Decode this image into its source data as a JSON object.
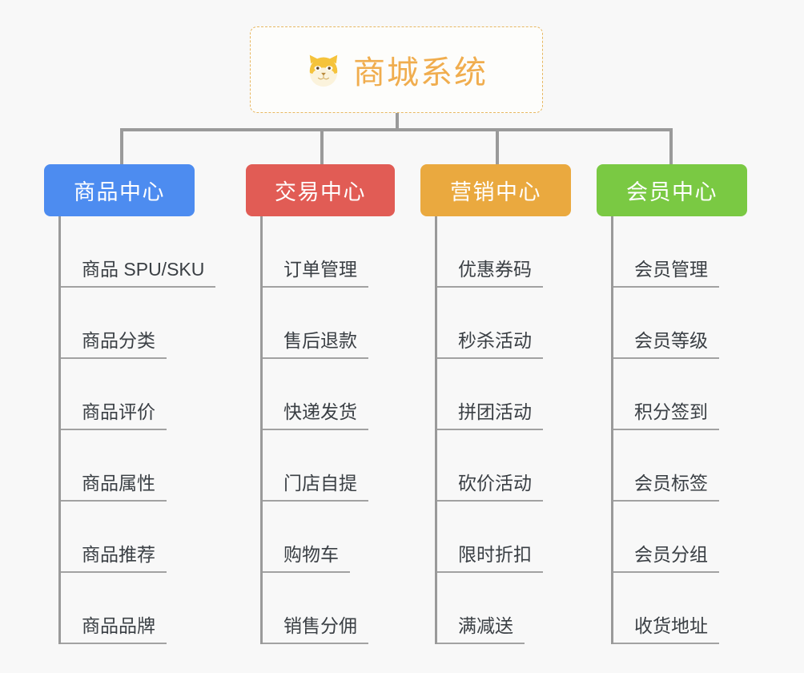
{
  "diagram": {
    "type": "mind-map",
    "background_color": "#f8f8f8",
    "root": {
      "title": "商城系统",
      "icon": "shiba-dog-face-emoji",
      "text_color": "#f0ad4e",
      "border_color": "#e8b863",
      "border_style": "dashed"
    },
    "connector_color": "#9a9a9a",
    "branches": [
      {
        "label": "商品中心",
        "color": "#4d8cf0",
        "items": [
          "商品 SPU/SKU",
          "商品分类",
          "商品评价",
          "商品属性",
          "商品推荐",
          "商品品牌"
        ]
      },
      {
        "label": "交易中心",
        "color": "#e15c55",
        "items": [
          "订单管理",
          "售后退款",
          "快递发货",
          "门店自提",
          "购物车",
          "销售分佣"
        ]
      },
      {
        "label": "营销中心",
        "color": "#eaa93f",
        "items": [
          "优惠券码",
          "秒杀活动",
          "拼团活动",
          "砍价活动",
          "限时折扣",
          "满减送"
        ]
      },
      {
        "label": "会员中心",
        "color": "#7ac943",
        "items": [
          "会员管理",
          "会员等级",
          "积分签到",
          "会员标签",
          "会员分组",
          "收货地址"
        ]
      }
    ]
  }
}
